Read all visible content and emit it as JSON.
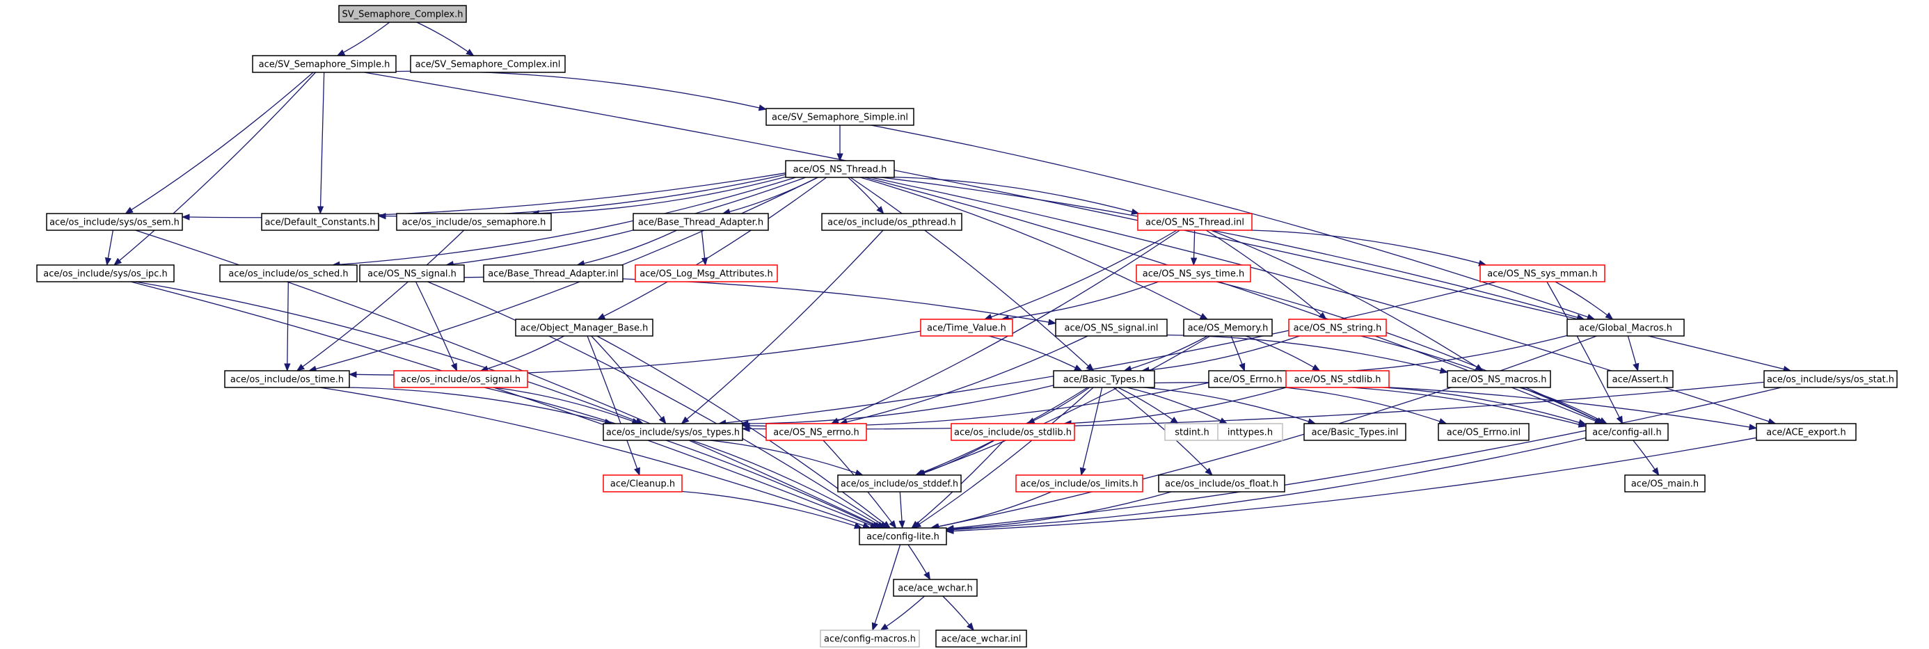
{
  "colors": {
    "edge": "#191970",
    "normal_border": "#000000",
    "missing_border": "#ff0000",
    "system_border": "#bfbfbf",
    "root_fill": "#bfbfbf",
    "fill": "#ffffff"
  },
  "nodes": [
    {
      "id": "n_svc",
      "label": "SV_Semaphore_Complex.h",
      "kind": "root"
    },
    {
      "id": "n_svs",
      "label": "ace/SV_Semaphore_Simple.h",
      "kind": "normal"
    },
    {
      "id": "n_svci",
      "label": "ace/SV_Semaphore_Complex.inl",
      "kind": "normal"
    },
    {
      "id": "n_svsi",
      "label": "ace/SV_Semaphore_Simple.inl",
      "kind": "normal"
    },
    {
      "id": "n_osnsthread",
      "label": "ace/OS_NS_Thread.h",
      "kind": "normal"
    },
    {
      "id": "n_ossem",
      "label": "ace/os_include/sys/os_sem.h",
      "kind": "normal"
    },
    {
      "id": "n_defconst",
      "label": "ace/Default_Constants.h",
      "kind": "normal"
    },
    {
      "id": "n_semaphore",
      "label": "ace/os_include/os_semaphore.h",
      "kind": "normal"
    },
    {
      "id": "n_bta",
      "label": "ace/Base_Thread_Adapter.h",
      "kind": "normal"
    },
    {
      "id": "n_pthread",
      "label": "ace/os_include/os_pthread.h",
      "kind": "normal"
    },
    {
      "id": "n_osnsthreadinl",
      "label": "ace/OS_NS_Thread.inl",
      "kind": "missing"
    },
    {
      "id": "n_osipc",
      "label": "ace/os_include/sys/os_ipc.h",
      "kind": "normal"
    },
    {
      "id": "n_sched",
      "label": "ace/os_include/os_sched.h",
      "kind": "normal"
    },
    {
      "id": "n_nssignal",
      "label": "ace/OS_NS_signal.h",
      "kind": "normal"
    },
    {
      "id": "n_btainl",
      "label": "ace/Base_Thread_Adapter.inl",
      "kind": "normal"
    },
    {
      "id": "n_logmsg",
      "label": "ace/OS_Log_Msg_Attributes.h",
      "kind": "missing"
    },
    {
      "id": "n_systime",
      "label": "ace/OS_NS_sys_time.h",
      "kind": "missing"
    },
    {
      "id": "n_sysmman",
      "label": "ace/OS_NS_sys_mman.h",
      "kind": "missing"
    },
    {
      "id": "n_omb",
      "label": "ace/Object_Manager_Base.h",
      "kind": "normal"
    },
    {
      "id": "n_timevalue",
      "label": "ace/Time_Value.h",
      "kind": "missing"
    },
    {
      "id": "n_nssignalinl",
      "label": "ace/OS_NS_signal.inl",
      "kind": "normal"
    },
    {
      "id": "n_memory",
      "label": "ace/OS_Memory.h",
      "kind": "normal"
    },
    {
      "id": "n_nsstring",
      "label": "ace/OS_NS_string.h",
      "kind": "missing"
    },
    {
      "id": "n_globalmacros",
      "label": "ace/Global_Macros.h",
      "kind": "normal"
    },
    {
      "id": "n_ostime",
      "label": "ace/os_include/os_time.h",
      "kind": "normal"
    },
    {
      "id": "n_ossignal",
      "label": "ace/os_include/os_signal.h",
      "kind": "missing"
    },
    {
      "id": "n_basictypes",
      "label": "ace/Basic_Types.h",
      "kind": "normal"
    },
    {
      "id": "n_oserrno",
      "label": "ace/OS_Errno.h",
      "kind": "normal"
    },
    {
      "id": "n_nsstdlib",
      "label": "ace/OS_NS_stdlib.h",
      "kind": "missing"
    },
    {
      "id": "n_nsmacros",
      "label": "ace/OS_NS_macros.h",
      "kind": "normal"
    },
    {
      "id": "n_assert",
      "label": "ace/Assert.h",
      "kind": "normal"
    },
    {
      "id": "n_osstat",
      "label": "ace/os_include/sys/os_stat.h",
      "kind": "normal"
    },
    {
      "id": "n_ostypes",
      "label": "ace/os_include/sys/os_types.h",
      "kind": "normal"
    },
    {
      "id": "n_nserrno",
      "label": "ace/OS_NS_errno.h",
      "kind": "missing"
    },
    {
      "id": "n_osstdlib",
      "label": "ace/os_include/os_stdlib.h",
      "kind": "missing"
    },
    {
      "id": "n_stdint",
      "label": "stdint.h",
      "kind": "system"
    },
    {
      "id": "n_inttypes",
      "label": "inttypes.h",
      "kind": "system"
    },
    {
      "id": "n_btinl",
      "label": "ace/Basic_Types.inl",
      "kind": "normal"
    },
    {
      "id": "n_oserrnoinl",
      "label": "ace/OS_Errno.inl",
      "kind": "normal"
    },
    {
      "id": "n_configall",
      "label": "ace/config-all.h",
      "kind": "normal"
    },
    {
      "id": "n_aceexport",
      "label": "ace/ACE_export.h",
      "kind": "normal"
    },
    {
      "id": "n_cleanup",
      "label": "ace/Cleanup.h",
      "kind": "missing"
    },
    {
      "id": "n_stddef",
      "label": "ace/os_include/os_stddef.h",
      "kind": "normal"
    },
    {
      "id": "n_limits",
      "label": "ace/os_include/os_limits.h",
      "kind": "missing"
    },
    {
      "id": "n_float",
      "label": "ace/os_include/os_float.h",
      "kind": "normal"
    },
    {
      "id": "n_osmain",
      "label": "ace/OS_main.h",
      "kind": "normal"
    },
    {
      "id": "n_configlite",
      "label": "ace/config-lite.h",
      "kind": "normal"
    },
    {
      "id": "n_wchar",
      "label": "ace/ace_wchar.h",
      "kind": "normal"
    },
    {
      "id": "n_configmacros",
      "label": "ace/config-macros.h",
      "kind": "system"
    },
    {
      "id": "n_wcharinl",
      "label": "ace/ace_wchar.inl",
      "kind": "normal"
    }
  ],
  "edges": [
    [
      "n_svc",
      "n_svs"
    ],
    [
      "n_svc",
      "n_svci"
    ],
    [
      "n_svs",
      "n_svsi"
    ],
    [
      "n_svs",
      "n_defconst"
    ],
    [
      "n_svs",
      "n_ossem"
    ],
    [
      "n_svs",
      "n_osipc"
    ],
    [
      "n_svs",
      "n_osstat"
    ],
    [
      "n_svsi",
      "n_osnsthread"
    ],
    [
      "n_svsi",
      "n_globalmacros"
    ],
    [
      "n_osnsthread",
      "n_ossem"
    ],
    [
      "n_osnsthread",
      "n_defconst"
    ],
    [
      "n_osnsthread",
      "n_semaphore"
    ],
    [
      "n_osnsthread",
      "n_bta"
    ],
    [
      "n_osnsthread",
      "n_pthread"
    ],
    [
      "n_osnsthread",
      "n_osnsthreadinl"
    ],
    [
      "n_osnsthread",
      "n_sched"
    ],
    [
      "n_osnsthread",
      "n_nssignal"
    ],
    [
      "n_osnsthread",
      "n_omb"
    ],
    [
      "n_osnsthread",
      "n_memory"
    ],
    [
      "n_osnsthread",
      "n_basictypes"
    ],
    [
      "n_osnsthread",
      "n_globalmacros"
    ],
    [
      "n_osnsthread",
      "n_configall"
    ],
    [
      "n_osnsthread",
      "n_aceexport"
    ],
    [
      "n_osnsthread",
      "n_ostime"
    ],
    [
      "n_ossem",
      "n_osipc"
    ],
    [
      "n_ossem",
      "n_configlite"
    ],
    [
      "n_semaphore",
      "n_ostime"
    ],
    [
      "n_bta",
      "n_btainl"
    ],
    [
      "n_bta",
      "n_logmsg"
    ],
    [
      "n_pthread",
      "n_ostypes"
    ],
    [
      "n_osnsthreadinl",
      "n_systime"
    ],
    [
      "n_osnsthreadinl",
      "n_sysmman"
    ],
    [
      "n_osnsthreadinl",
      "n_nsstring"
    ],
    [
      "n_osnsthreadinl",
      "n_timevalue"
    ],
    [
      "n_osnsthreadinl",
      "n_nserrno"
    ],
    [
      "n_osnsthreadinl",
      "n_nsmacros"
    ],
    [
      "n_osipc",
      "n_ostypes"
    ],
    [
      "n_osipc",
      "n_configlite"
    ],
    [
      "n_sched",
      "n_ostime"
    ],
    [
      "n_nssignal",
      "n_ossignal"
    ],
    [
      "n_nssignal",
      "n_nssignalinl"
    ],
    [
      "n_nssignal",
      "n_configlite"
    ],
    [
      "n_systime",
      "n_timevalue"
    ],
    [
      "n_systime",
      "n_configall"
    ],
    [
      "n_sysmman",
      "n_globalmacros"
    ],
    [
      "n_sysmman",
      "n_configall"
    ],
    [
      "n_sysmman",
      "n_ostypes"
    ],
    [
      "n_omb",
      "n_ossignal"
    ],
    [
      "n_omb",
      "n_ostypes"
    ],
    [
      "n_omb",
      "n_cleanup"
    ],
    [
      "n_omb",
      "n_configlite"
    ],
    [
      "n_timevalue",
      "n_basictypes"
    ],
    [
      "n_timevalue",
      "n_ostime"
    ],
    [
      "n_nssignalinl",
      "n_nserrno"
    ],
    [
      "n_nssignalinl",
      "n_nsmacros"
    ],
    [
      "n_memory",
      "n_oserrno"
    ],
    [
      "n_memory",
      "n_basictypes"
    ],
    [
      "n_memory",
      "n_nsstdlib"
    ],
    [
      "n_memory",
      "n_stddef"
    ],
    [
      "n_nsstring",
      "n_basictypes"
    ],
    [
      "n_nsstring",
      "n_configall"
    ],
    [
      "n_globalmacros",
      "n_assert"
    ],
    [
      "n_globalmacros",
      "n_oserrno"
    ],
    [
      "n_globalmacros",
      "n_configlite"
    ],
    [
      "n_ostime",
      "n_ostypes"
    ],
    [
      "n_ostime",
      "n_configlite"
    ],
    [
      "n_ossignal",
      "n_ostypes"
    ],
    [
      "n_ossignal",
      "n_configlite"
    ],
    [
      "n_basictypes",
      "n_ostypes"
    ],
    [
      "n_basictypes",
      "n_osstdlib"
    ],
    [
      "n_basictypes",
      "n_stdint"
    ],
    [
      "n_basictypes",
      "n_inttypes"
    ],
    [
      "n_basictypes",
      "n_btinl"
    ],
    [
      "n_basictypes",
      "n_limits"
    ],
    [
      "n_basictypes",
      "n_float"
    ],
    [
      "n_basictypes",
      "n_configlite"
    ],
    [
      "n_basictypes",
      "n_aceexport"
    ],
    [
      "n_basictypes",
      "n_stddef"
    ],
    [
      "n_oserrno",
      "n_oserrnoinl"
    ],
    [
      "n_oserrno",
      "n_configall"
    ],
    [
      "n_oserrno",
      "n_ostypes"
    ],
    [
      "n_nsstdlib",
      "n_osstdlib"
    ],
    [
      "n_nsstdlib",
      "n_configall"
    ],
    [
      "n_nsmacros",
      "n_configall"
    ],
    [
      "n_osstat",
      "n_ostypes"
    ],
    [
      "n_osstat",
      "n_configlite"
    ],
    [
      "n_ostypes",
      "n_stddef"
    ],
    [
      "n_ostypes",
      "n_configlite"
    ],
    [
      "n_nserrno",
      "n_configlite"
    ],
    [
      "n_osstdlib",
      "n_stddef"
    ],
    [
      "n_osstdlib",
      "n_configlite"
    ],
    [
      "n_configall",
      "n_osmain"
    ],
    [
      "n_configall",
      "n_configlite"
    ],
    [
      "n_aceexport",
      "n_configlite"
    ],
    [
      "n_cleanup",
      "n_configlite"
    ],
    [
      "n_stddef",
      "n_configlite"
    ],
    [
      "n_limits",
      "n_configlite"
    ],
    [
      "n_float",
      "n_configlite"
    ],
    [
      "n_configlite",
      "n_wchar"
    ],
    [
      "n_configlite",
      "n_configmacros"
    ],
    [
      "n_wchar",
      "n_configmacros"
    ],
    [
      "n_wchar",
      "n_wcharinl"
    ]
  ]
}
